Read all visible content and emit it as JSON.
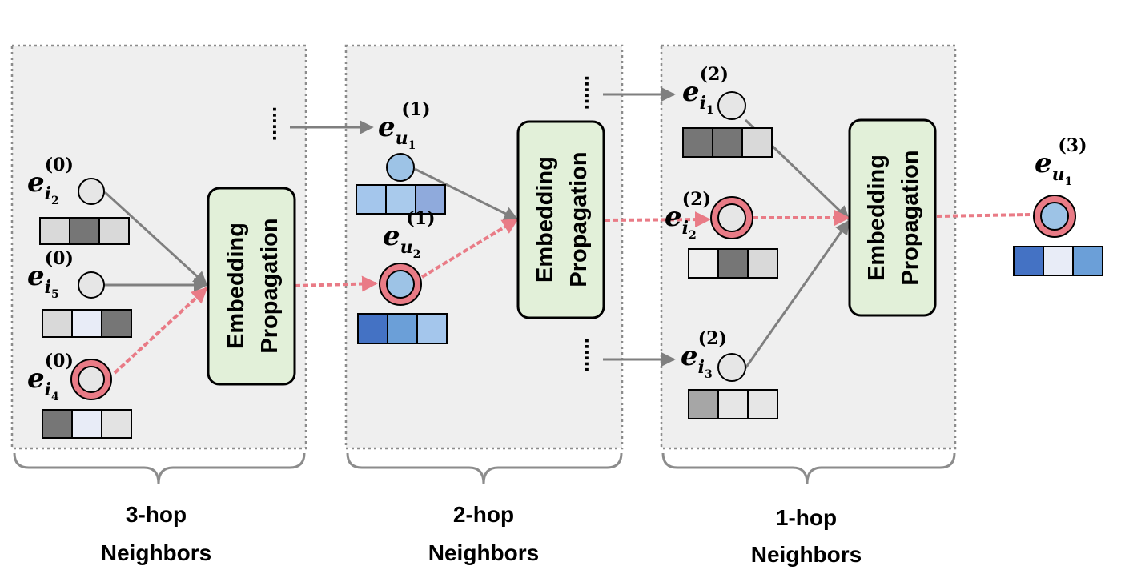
{
  "colors": {
    "panel_fill": "#efefef",
    "panel_border": "#8c8c8c",
    "block_fill": "#e2f0d9",
    "node_fill": "#e6e6e6",
    "node_blue": "#9dc3e6",
    "highlight_ring": "#e97b86",
    "highlight_line": "#e97b86",
    "arrow": "#7f7f7f"
  },
  "groups": [
    {
      "label_line1": "3-hop",
      "label_line2": "Neighbors"
    },
    {
      "label_line1": "2-hop",
      "label_line2": "Neighbors"
    },
    {
      "label_line1": "1-hop",
      "label_line2": "Neighbors"
    }
  ],
  "blocks": [
    {
      "line1": "Embedding",
      "line2": "Propagation"
    },
    {
      "line1": "Embedding",
      "line2": "Propagation"
    },
    {
      "line1": "Embedding",
      "line2": "Propagation"
    }
  ],
  "nodes": [
    {
      "base": "e",
      "sub": "i",
      "subsub": "2",
      "sup": "(0)",
      "highlighted": false,
      "vector": [
        "#d9d9d9",
        "#767676",
        "#d9d9d9"
      ]
    },
    {
      "base": "e",
      "sub": "i",
      "subsub": "5",
      "sup": "(0)",
      "highlighted": false,
      "vector": [
        "#d9d9d9",
        "#e8ecf7",
        "#767676"
      ]
    },
    {
      "base": "e",
      "sub": "i",
      "subsub": "4",
      "sup": "(0)",
      "highlighted": true,
      "vector": [
        "#767676",
        "#e8ecf7",
        "#e3e3e3"
      ]
    },
    {
      "base": "e",
      "sub": "u",
      "subsub": "1",
      "sup": "(1)",
      "highlighted": false,
      "vector": [
        "#a4c6ec",
        "#a9caec",
        "#8faadc"
      ]
    },
    {
      "base": "e",
      "sub": "u",
      "subsub": "2",
      "sup": "(1)",
      "highlighted": true,
      "vector": [
        "#4472c4",
        "#6b9fd8",
        "#a4c6ec"
      ]
    },
    {
      "base": "e",
      "sub": "i",
      "subsub": "1",
      "sup": "(2)",
      "highlighted": false,
      "vector": [
        "#767676",
        "#767676",
        "#d9d9d9"
      ]
    },
    {
      "base": "e",
      "sub": "i",
      "subsub": "2",
      "sup": "(2)",
      "highlighted": true,
      "vector": [
        "#eeeeee",
        "#767676",
        "#d9d9d9"
      ]
    },
    {
      "base": "e",
      "sub": "i",
      "subsub": "3",
      "sup": "(2)",
      "highlighted": false,
      "vector": [
        "#a6a6a6",
        "#e6e6e6",
        "#e6e6e6"
      ]
    },
    {
      "base": "e",
      "sub": "u",
      "subsub": "1",
      "sup": "(3)",
      "highlighted": true,
      "vector": [
        "#4472c4",
        "#e8ecf7",
        "#6b9fd8"
      ]
    }
  ]
}
